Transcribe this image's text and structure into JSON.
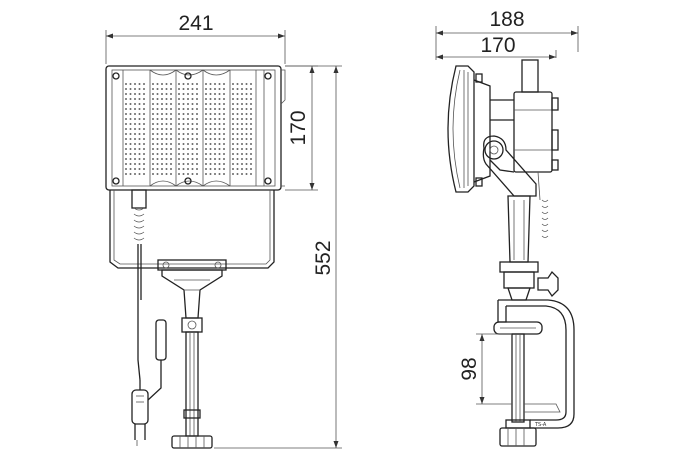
{
  "dimensions": {
    "front_width": "241",
    "front_height_panel": "170",
    "overall_height": "552",
    "side_depth_outer": "188",
    "side_depth_inner": "170",
    "clamp_opening": "98"
  },
  "labels": {
    "clamp_stamp": "TS-A"
  }
}
